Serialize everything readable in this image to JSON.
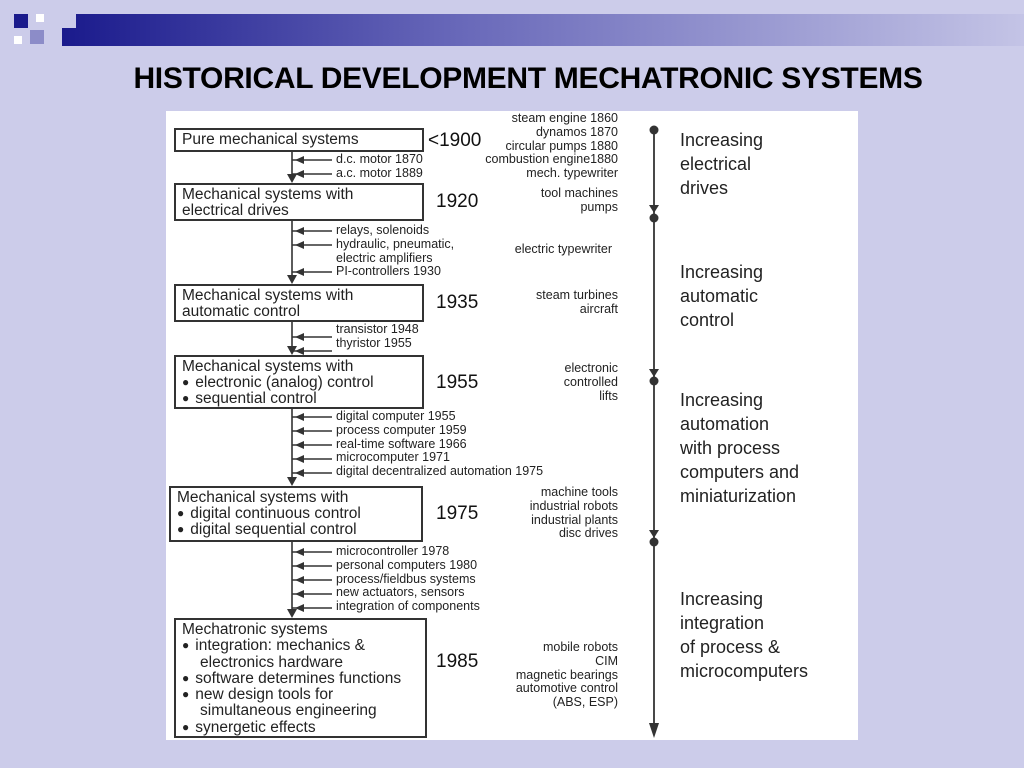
{
  "title": "HISTORICAL DEVELOPMENT MECHATRONIC SYSTEMS",
  "colors": {
    "background": "#ccccea",
    "accent_dark": "#1a1a8c",
    "accent_light": "#8c8cc8",
    "line": "#333333"
  },
  "icons": [
    "arrow-left-icon",
    "arrow-down-icon",
    "bullet-icon"
  ],
  "stages": [
    {
      "heading": "Pure mechanical systems",
      "bullets": [],
      "year": "<1900",
      "examples": [
        "steam engine 1860",
        "dynamos 1870",
        "circular pumps 1880",
        "combustion engine1880",
        "mech. typewriter"
      ]
    },
    {
      "heading": "Mechanical systems with",
      "bullets": [],
      "line2": "electrical drives",
      "year": "1920",
      "examples": [
        "tool machines",
        "pumps"
      ]
    },
    {
      "heading": "Mechanical systems with",
      "bullets": [],
      "line2": "automatic control",
      "year": "1935",
      "examples": [
        "steam turbines",
        "aircraft"
      ]
    },
    {
      "heading": "Mechanical systems with",
      "bullets": [
        "electronic (analog) control",
        "sequential control"
      ],
      "year": "1955",
      "examples": [
        "electronic",
        "controlled",
        "lifts"
      ]
    },
    {
      "heading": "Mechanical systems with",
      "bullets": [
        "digital continuous control",
        "digital sequential control"
      ],
      "year": "1975",
      "examples": [
        "machine tools",
        "industrial robots",
        "industrial plants",
        "disc drives"
      ]
    },
    {
      "heading": "Mechatronic systems",
      "bullets": [
        "integration: mechanics &",
        "software determines functions",
        "new design tools for",
        "synergetic effects"
      ],
      "continuations": [
        "electronics hardware",
        "simultaneous engineering"
      ],
      "year": "1985",
      "examples": [
        "mobile robots",
        "CIM",
        "magnetic bearings",
        "automotive control",
        "(ABS, ESP)"
      ]
    }
  ],
  "inputs": [
    [
      "d.c. motor 1870",
      "a.c. motor 1889"
    ],
    [
      "relays, solenoids",
      "hydraulic, pneumatic,",
      "electric amplifiers",
      "PI-controllers 1930"
    ],
    [
      "transistor 1948",
      "thyristor 1955"
    ],
    [
      "digital computer 1955",
      "process computer 1959",
      "real-time software 1966",
      "microcomputer 1971",
      "digital decentralized automation 1975"
    ],
    [
      "microcontroller 1978",
      "personal computers 1980",
      "process/fieldbus systems",
      "new actuators, sensors",
      "integration of components"
    ]
  ],
  "extra_example": "electric typewriter",
  "phases": [
    [
      "Increasing",
      "electrical",
      "drives"
    ],
    [
      "Increasing",
      "automatic",
      "control"
    ],
    [
      "Increasing",
      "automation",
      "with process",
      "computers and",
      "miniaturization"
    ],
    [
      "Increasing",
      "integration",
      "of process &",
      "microcomputers"
    ]
  ]
}
